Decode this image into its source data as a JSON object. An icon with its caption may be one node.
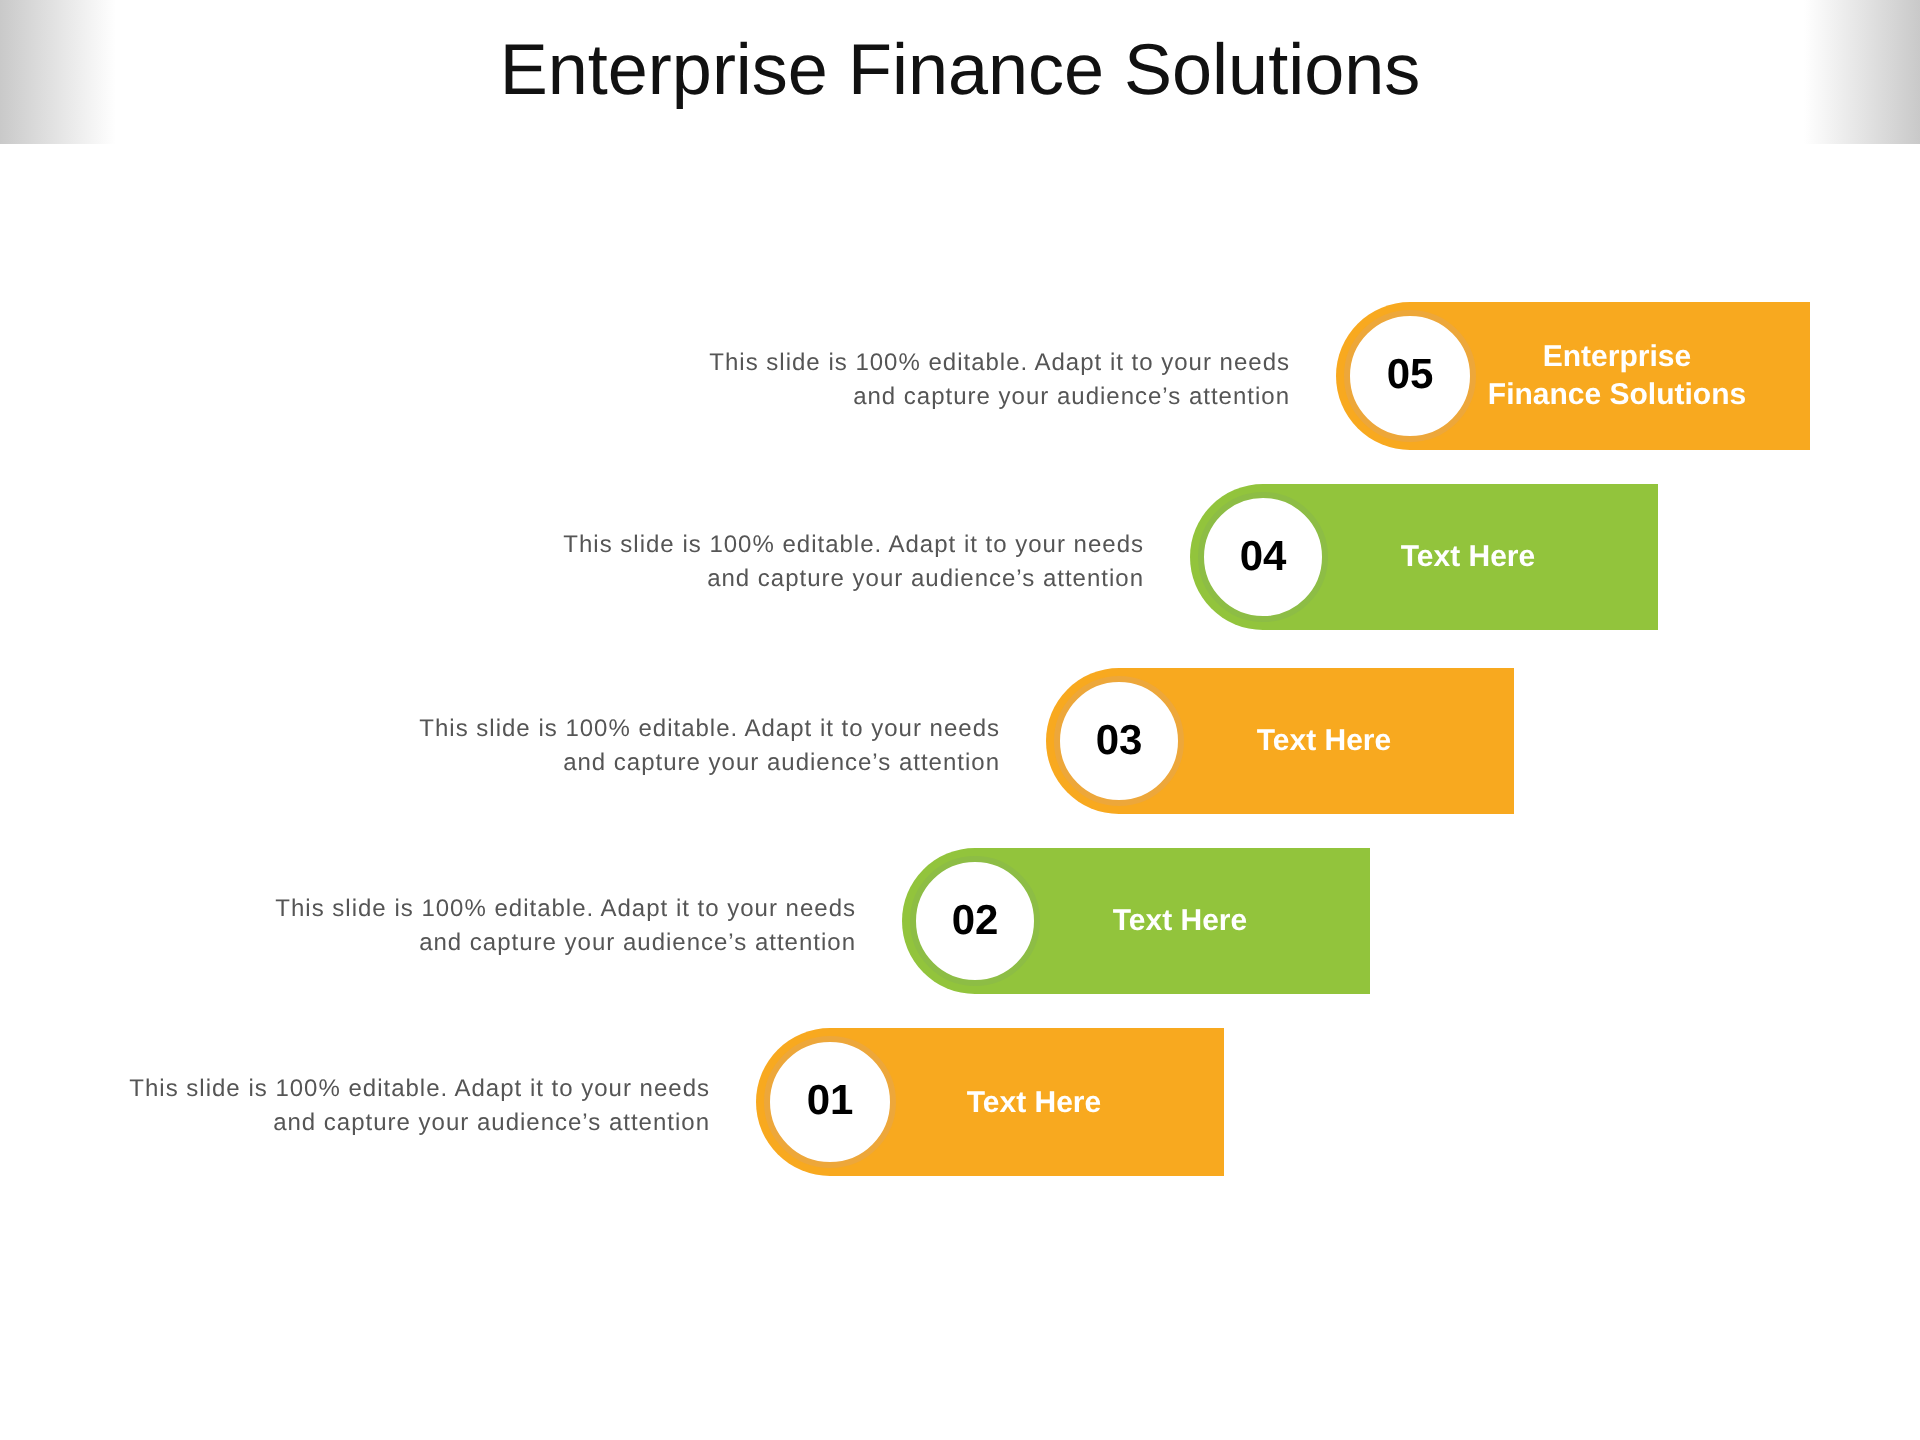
{
  "diagram": {
    "title": "Enterprise Finance Solutions",
    "nodes": [
      {
        "text": [
          "Enterprise Finance Solutions"
        ],
        "beside": [
          "This slide is 100% editable. Adapt it to your needs and capture your audience’s attention"
        ]
      },
      {
        "text": [
          "05"
        ],
        "in": 0
      },
      {
        "text": [
          "Text Here"
        ],
        "beside": [
          "This slide is 100% editable. Adapt it to your needs and capture your audience’s attention"
        ]
      },
      {
        "text": [
          "04"
        ],
        "in": 2
      },
      {
        "text": [
          "Text Here"
        ],
        "beside": [
          "This slide is 100% editable. Adapt it to your needs and capture your audience’s attention"
        ]
      },
      {
        "text": [
          "03"
        ],
        "in": 4
      },
      {
        "text": [
          "Text Here"
        ],
        "beside": [
          "This slide is 100% editable. Adapt it to your needs and capture your audience’s attention"
        ]
      },
      {
        "text": [
          "02"
        ],
        "in": 6
      },
      {
        "text": [
          "Text Here"
        ],
        "beside": [
          "This slide is 100% editable. Adapt it to your needs and capture your audience’s attention"
        ]
      },
      {
        "text": [
          "01"
        ],
        "in": 8
      }
    ],
    "edges": []
  }
}
